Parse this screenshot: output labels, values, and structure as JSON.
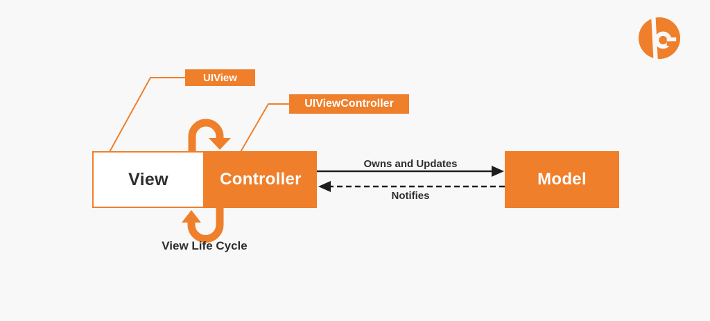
{
  "colors": {
    "accent": "#ef7f2b",
    "bg": "#f8f8f8",
    "text_dark": "#2e2e2e",
    "arrow_black": "#1d1d1d",
    "white": "#ffffff"
  },
  "logo": {
    "icon": "b-mark-logo-icon"
  },
  "diagram": {
    "callouts": [
      {
        "label": "UIView"
      },
      {
        "label": "UIViewController"
      }
    ],
    "nodes": [
      {
        "label": "View",
        "variant": "outline"
      },
      {
        "label": "Controller",
        "variant": "solid"
      },
      {
        "label": "Model",
        "variant": "solid"
      }
    ],
    "edges": [
      {
        "label": "Owns and Updates",
        "style": "solid",
        "from": "Controller",
        "to": "Model"
      },
      {
        "label": "Notifies",
        "style": "dashed",
        "from": "Model",
        "to": "Controller"
      }
    ],
    "cycle_label": "View Life Cycle",
    "icons": {
      "cycle_top": "loop-arrow-down-icon",
      "cycle_bottom": "loop-arrow-up-icon"
    }
  }
}
